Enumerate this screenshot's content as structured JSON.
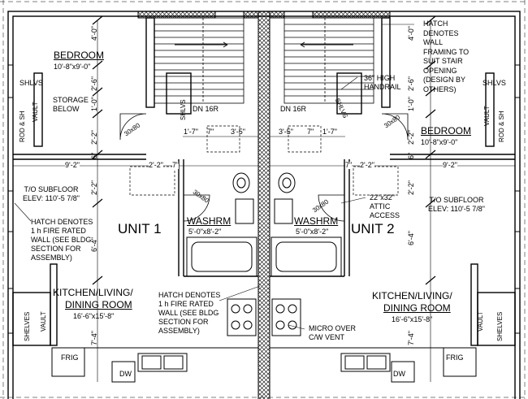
{
  "units": {
    "left": "UNIT 1",
    "right": "UNIT 2"
  },
  "rooms": {
    "bedroom_left": {
      "name": "BEDROOM",
      "size": "10'-8\"x9'-0\""
    },
    "bedroom_right": {
      "name": "BEDROOM",
      "size": "10'-8\"x9'-0\""
    },
    "washroom_left": {
      "name": "WASHRM",
      "size": "5'-0\"x8'-2\""
    },
    "washroom_right": {
      "name": "WASHRM",
      "size": "5'-0\"x8'-2\""
    },
    "kitchen_left": {
      "line1": "KITCHEN/LIVING/",
      "line2": "DINING ROOM",
      "size": "16'-6\"x15'-8\""
    },
    "kitchen_right": {
      "line1": "KITCHEN/LIVING/",
      "line2": "DINING ROOM",
      "size": "16'-6\"x15'-8\""
    }
  },
  "fixtures": {
    "shelves_top_left": "SHLVS",
    "shelves_top_right": "SHLVS",
    "shelves_stair_left": "SHLVS",
    "shelves_stair_right": "SHLVS",
    "rod_sh": "ROD & SH",
    "vault": "VAULT",
    "shelves": "SHELVES",
    "frig": "FRIG",
    "dw": "DW",
    "storage": [
      "STORAGE",
      "BELOW"
    ],
    "stair_dn": "DN 16R",
    "door_size": "30x80"
  },
  "notes": {
    "hatch_stair": [
      "HATCH",
      "DENOTES",
      "WALL",
      "FRAMING TO",
      "SUIT STAIR",
      "OPENING",
      "(DESIGN BY",
      "OTHERS)"
    ],
    "handrail": [
      "36\" HIGH",
      "HANDRAIL"
    ],
    "attic": [
      "22\"x32\"",
      "ATTIC",
      "ACCESS"
    ],
    "subfloor": [
      "T/O SUBFLOOR",
      "ELEV: 110'-5 7/8\""
    ],
    "fire_wall": [
      "HATCH DENOTES",
      "1 h FIRE RATED",
      "WALL (SEE BLDG",
      "SECTION FOR",
      "ASSEMBLY)"
    ],
    "micro": [
      "MICRO OVER",
      "C/W VENT"
    ]
  },
  "dimensions": {
    "d4_0": "4'-0\"",
    "d2_6": "2'-6\"",
    "d1_0": "1'-0\"",
    "d2_2": "2'-2\"",
    "d6": "6\"",
    "d9_2": "9'-2\"",
    "d7": "7\"",
    "d1_7": "1'-7\"",
    "d3_5": "3'-5\"",
    "d6_4": "6'-4\"",
    "d7_4": "7'-4\""
  }
}
